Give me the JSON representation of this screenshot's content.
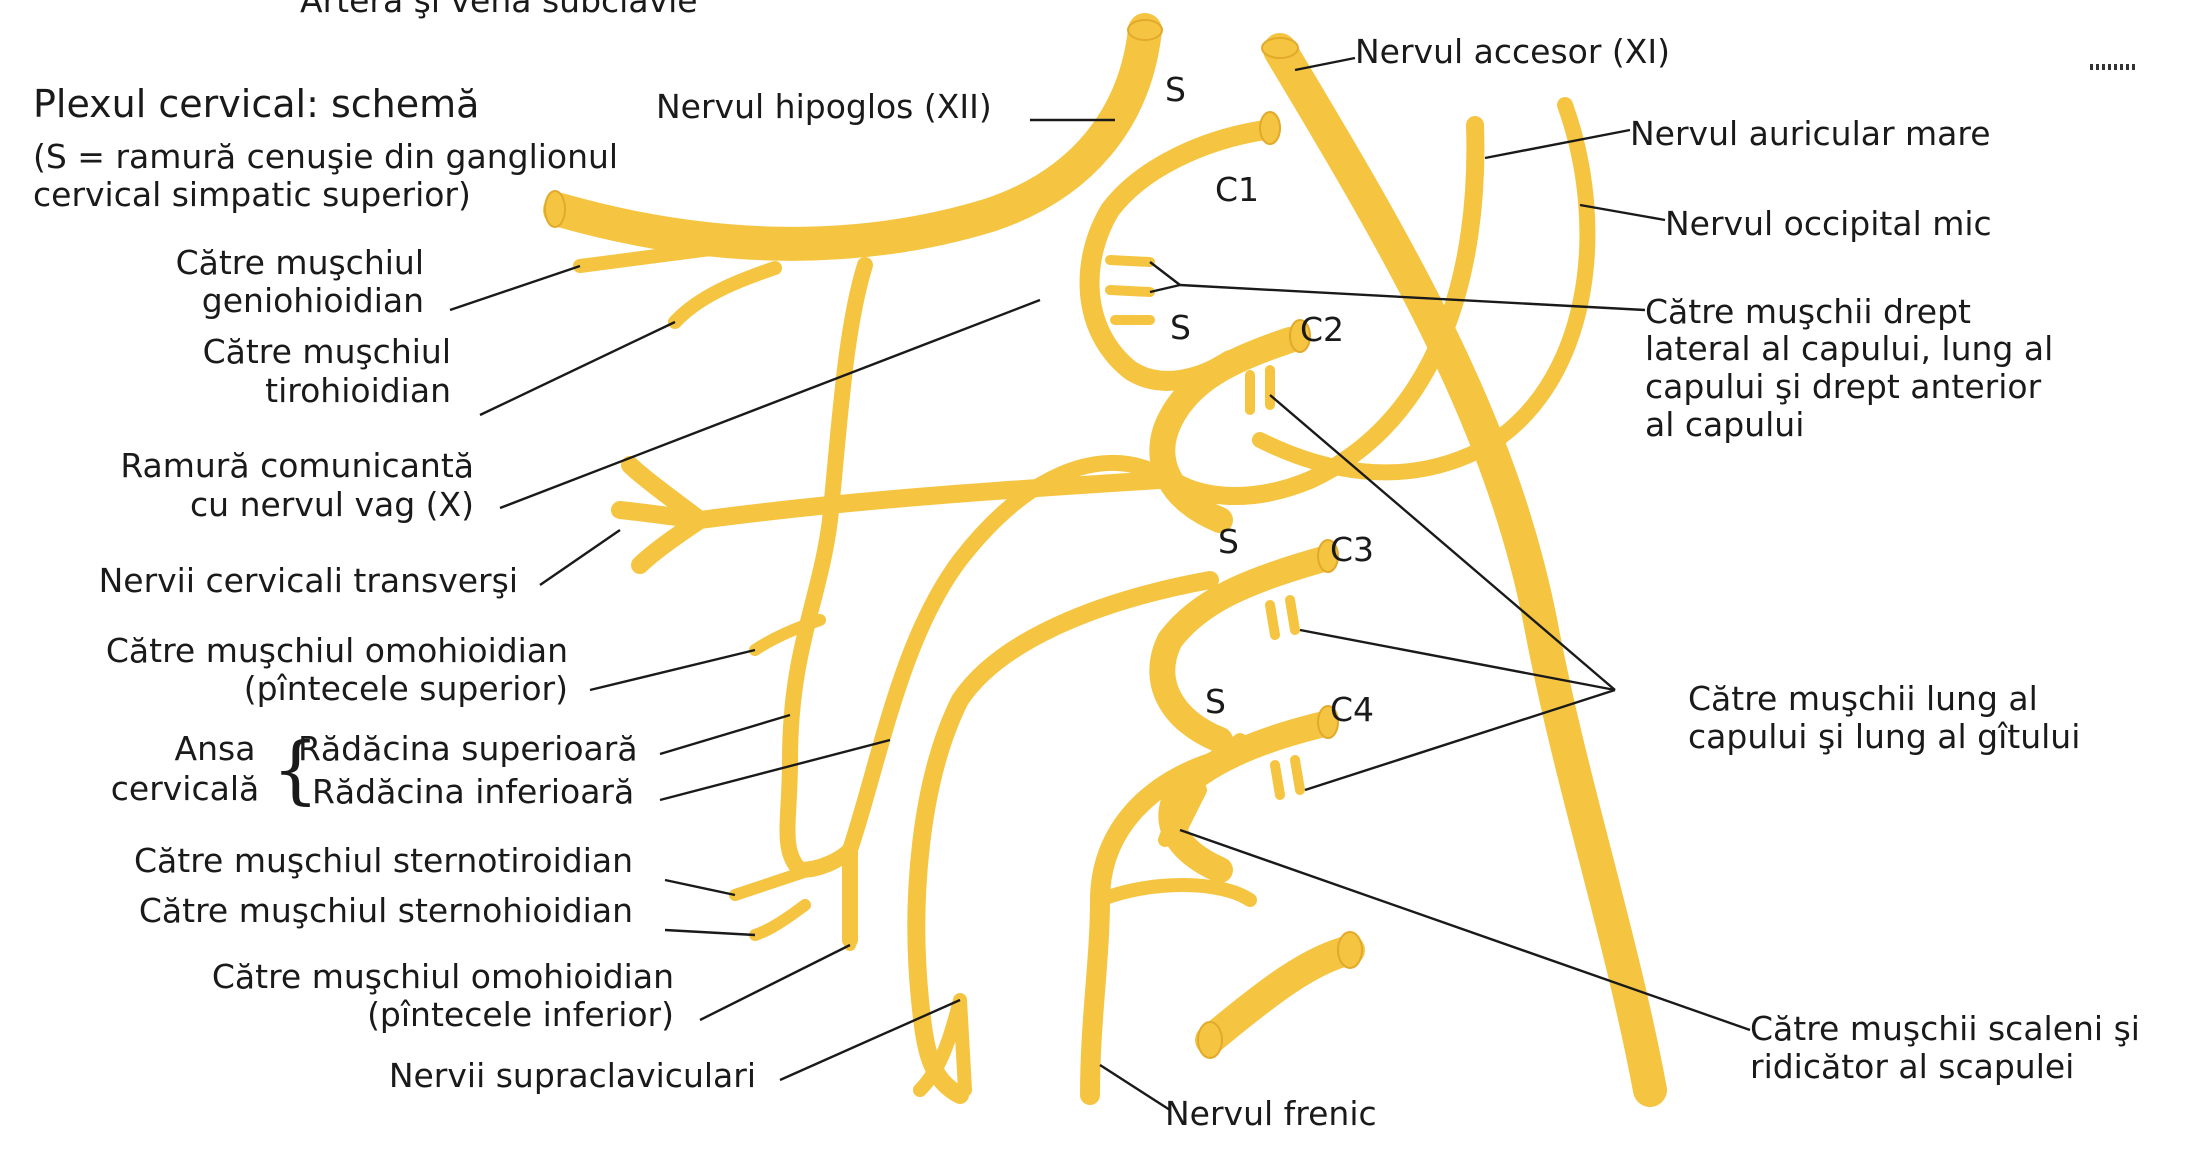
{
  "colors": {
    "nerve": "#F5C542",
    "nerve_dark": "#E2A92A",
    "leader": "#1a1a1a"
  },
  "header": {
    "cut_label": "Artera şi vena subclavie",
    "title": "Plexul cervical: schemă",
    "note_line1": "(S = ramură cenuşie din ganglionul",
    "note_line2": "cervical simpatic superior)"
  },
  "roots": {
    "c1": "C1",
    "c2": "C2",
    "c3": "C3",
    "c4": "C4",
    "s": "S"
  },
  "left_labels": {
    "genio_1": "Către muşchiul",
    "genio_2": "geniohioidian",
    "tiro_1": "Către muşchiul",
    "tiro_2": "tirohioidian",
    "vag_1": "Ramură comunicantă",
    "vag_2": "cu nervul vag (X)",
    "transversi": "Nervii cervicali transverşi",
    "omo_sup_1": "Către muşchiul omohioidian",
    "omo_sup_2": "(pîntecele superior)",
    "ansa_1": "Ansa",
    "ansa_2": "cervicală",
    "rad_sup": "Rădăcina superioară",
    "rad_inf": "Rădăcina inferioară",
    "sternotiro": "Către muşchiul sternotiroidian",
    "sternohio": "Către muşchiul sternohioidian",
    "omo_inf_1": "Către muşchiul omohioidian",
    "omo_inf_2": "(pîntecele inferior)",
    "supraclav": "Nervii supraclaviculari"
  },
  "right_labels": {
    "hipoglos": "Nervul hipoglos (XII)",
    "accesor": "Nervul accesor (XI)",
    "auricular": "Nervul auricular mare",
    "occipital": "Nervul occipital mic",
    "drept_1": "Către muşchii drept",
    "drept_2": "lateral al capului, lung al",
    "drept_3": "capului şi drept anterior",
    "drept_4": "al capului",
    "lung_1": "Către muşchii lung al",
    "lung_2": "capului şi lung al gîtului",
    "scaleni_1": "Către muşchii scaleni şi",
    "scaleni_2": "ridicător al scapulei",
    "frenic": "Nervul frenic"
  }
}
